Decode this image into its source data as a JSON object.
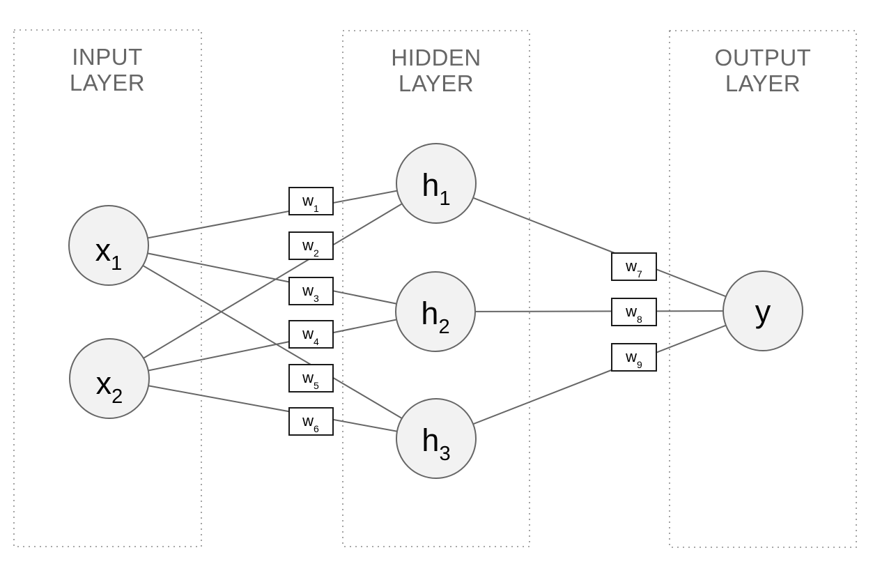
{
  "diagram_type": "neural-network",
  "layers": [
    {
      "name": "input",
      "title": [
        "INPUT",
        "LAYER"
      ]
    },
    {
      "name": "hidden",
      "title": [
        "HIDDEN",
        "LAYER"
      ]
    },
    {
      "name": "output",
      "title": [
        "OUTPUT",
        "LAYER"
      ]
    }
  ],
  "nodes": [
    {
      "id": "x1",
      "layer": "input",
      "label": "x",
      "sub": "1"
    },
    {
      "id": "x2",
      "layer": "input",
      "label": "x",
      "sub": "2"
    },
    {
      "id": "h1",
      "layer": "hidden",
      "label": "h",
      "sub": "1"
    },
    {
      "id": "h2",
      "layer": "hidden",
      "label": "h",
      "sub": "2"
    },
    {
      "id": "h3",
      "layer": "hidden",
      "label": "h",
      "sub": "3"
    },
    {
      "id": "y",
      "layer": "output",
      "label": "y",
      "sub": ""
    }
  ],
  "weights": [
    {
      "id": "w1",
      "label": "w",
      "sub": "1",
      "from": "x1",
      "to": "h1"
    },
    {
      "id": "w2",
      "label": "w",
      "sub": "2",
      "from": "x2",
      "to": "h1"
    },
    {
      "id": "w3",
      "label": "w",
      "sub": "3",
      "from": "x1",
      "to": "h2"
    },
    {
      "id": "w4",
      "label": "w",
      "sub": "4",
      "from": "x2",
      "to": "h2"
    },
    {
      "id": "w5",
      "label": "w",
      "sub": "5",
      "from": "x1",
      "to": "h3"
    },
    {
      "id": "w6",
      "label": "w",
      "sub": "6",
      "from": "x2",
      "to": "h3"
    },
    {
      "id": "w7",
      "label": "w",
      "sub": "7",
      "from": "h1",
      "to": "y"
    },
    {
      "id": "w8",
      "label": "w",
      "sub": "8",
      "from": "h2",
      "to": "y"
    },
    {
      "id": "w9",
      "label": "w",
      "sub": "9",
      "from": "h3",
      "to": "y"
    }
  ],
  "edges": [
    {
      "from": "x1",
      "to": "h1",
      "weight": "w1"
    },
    {
      "from": "x2",
      "to": "h1",
      "weight": "w2"
    },
    {
      "from": "x1",
      "to": "h2",
      "weight": "w3"
    },
    {
      "from": "x2",
      "to": "h2",
      "weight": "w4"
    },
    {
      "from": "x1",
      "to": "h3",
      "weight": "w5"
    },
    {
      "from": "x2",
      "to": "h3",
      "weight": "w6"
    },
    {
      "from": "h1",
      "to": "y",
      "weight": "w7"
    },
    {
      "from": "h2",
      "to": "y",
      "weight": "w8"
    },
    {
      "from": "h3",
      "to": "y",
      "weight": "w9"
    }
  ],
  "colors": {
    "background": "#ffffff",
    "layer_border": "#8c8c8c",
    "layer_title": "#666666",
    "edge_stroke": "#666666",
    "node_fill": "#f2f2f2",
    "node_stroke": "#666666",
    "node_label": "#000000",
    "weight_box_fill": "#ffffff",
    "weight_box_stroke": "#1a1a1a"
  }
}
